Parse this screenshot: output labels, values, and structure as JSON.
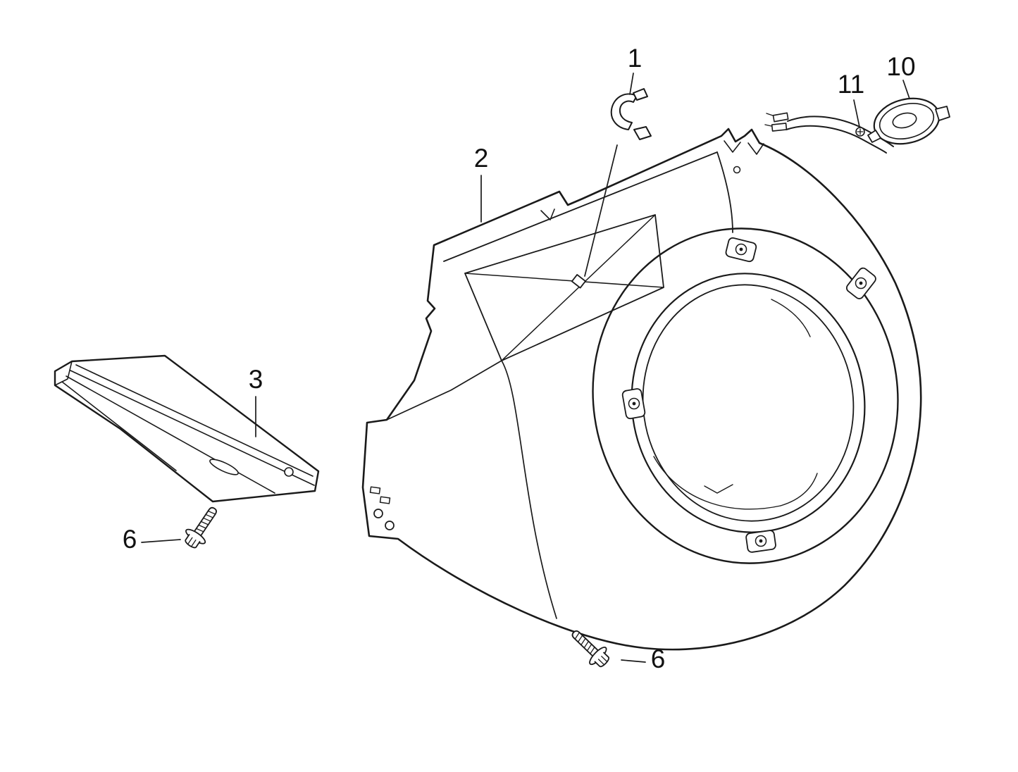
{
  "diagram": {
    "background_color": "#ffffff",
    "line_color": "#1a1a1a",
    "callouts": [
      {
        "label": "1",
        "part": "wire-clip"
      },
      {
        "label": "2",
        "part": "fan-cover"
      },
      {
        "label": "3",
        "part": "engine-side-shield"
      },
      {
        "label": "6",
        "part": "flange-bolt-left"
      },
      {
        "label": "6",
        "part": "flange-bolt-bottom"
      },
      {
        "label": "10",
        "part": "access-cap"
      },
      {
        "label": "11",
        "part": "wire-terminal-screw"
      }
    ]
  }
}
